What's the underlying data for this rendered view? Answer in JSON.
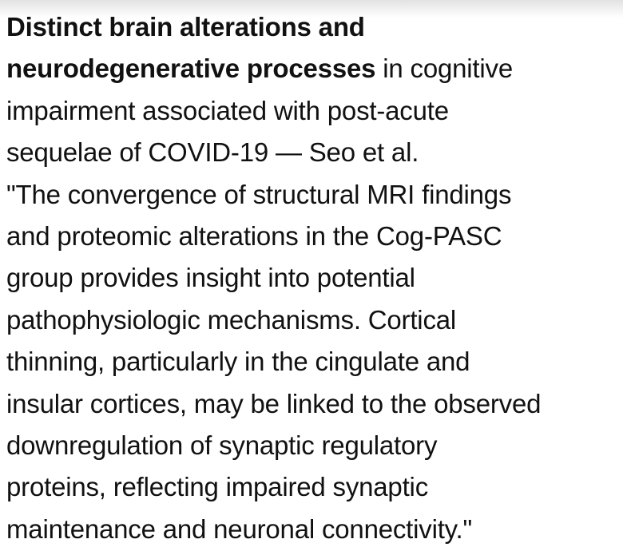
{
  "article": {
    "title_lines": [
      "Distinct brain alterations and",
      "neurodegenerative processes"
    ],
    "title_rest": " in cognitive",
    "subtitle_lines": [
      "impairment associated with post-acute",
      "sequelae of COVID-19 — Seo et al."
    ],
    "quote_lines": [
      "\"The convergence of structural MRI findings",
      "and proteomic alterations in the Cog-PASC",
      "group provides insight into potential",
      "pathophysiologic mechanisms. Cortical",
      "thinning, particularly in the cingulate and",
      "insular cortices, may be linked to the observed",
      "downregulation of synaptic regulatory",
      "proteins, reflecting impaired synaptic",
      "maintenance and neuronal connectivity.\""
    ]
  }
}
